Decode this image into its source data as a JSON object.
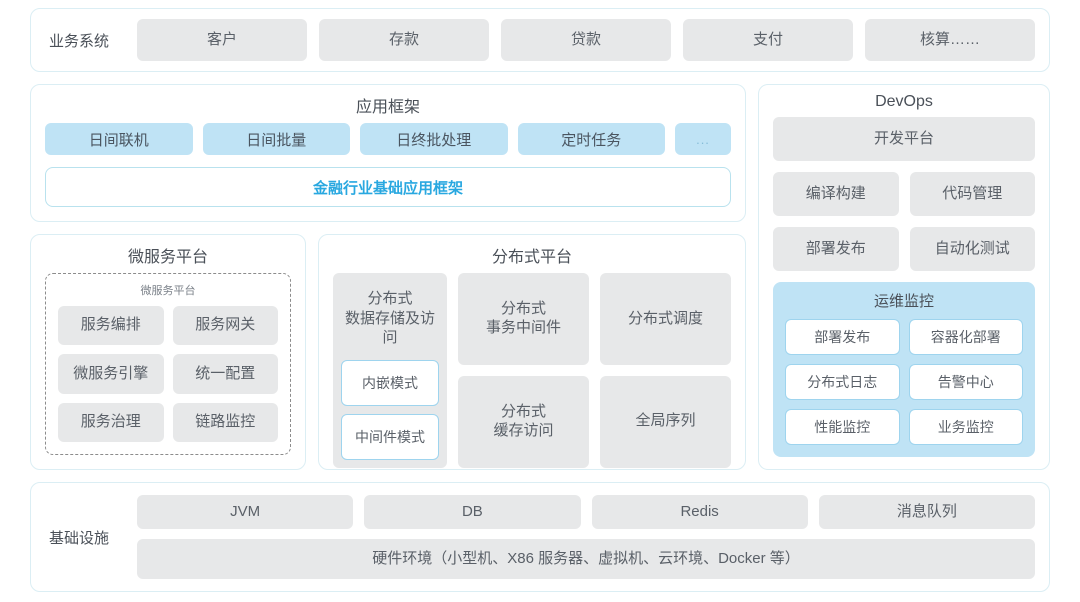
{
  "business_row": {
    "label": "业务系统",
    "items": [
      "客户",
      "存款",
      "贷款",
      "支付",
      "核算……"
    ]
  },
  "app_framework": {
    "title": "应用框架",
    "chips": [
      "日间联机",
      "日间批量",
      "日终批处理",
      "定时任务"
    ],
    "more": "...",
    "framework_bar": "金融行业基础应用框架"
  },
  "micro_platform": {
    "title": "微服务平台",
    "inner_title": "微服务平台",
    "items": [
      "服务编排",
      "服务网关",
      "微服务引擎",
      "统一配置",
      "服务治理",
      "链路监控"
    ]
  },
  "dist_platform": {
    "title": "分布式平台",
    "col1_title": "分布式\n数据存储及访问",
    "col1_modes": [
      "内嵌模式",
      "中间件模式"
    ],
    "cells": [
      "分布式\n事务中间件",
      "分布式调度",
      "分布式\n缓存访问",
      "全局序列"
    ]
  },
  "devops": {
    "title": "DevOps",
    "platform": "开发平台",
    "pair1": [
      "编译构建",
      "代码管理"
    ],
    "pair2": [
      "部署发布",
      "自动化测试"
    ],
    "ops": {
      "title": "运维监控",
      "items": [
        "部署发布",
        "容器化部署",
        "分布式日志",
        "告警中心",
        "性能监控",
        "业务监控"
      ]
    }
  },
  "infrastructure": {
    "label": "基础设施",
    "items": [
      "JVM",
      "DB",
      "Redis",
      "消息队列"
    ],
    "hardware": "硬件环境（小型机、X86 服务器、虚拟机、云环境、Docker 等）"
  },
  "colors": {
    "border": "#dbeef4",
    "chip_gray": "#e7e8e9",
    "chip_blue": "#bfe3f5",
    "accent": "#29a8e0",
    "text": "#5a6068"
  }
}
